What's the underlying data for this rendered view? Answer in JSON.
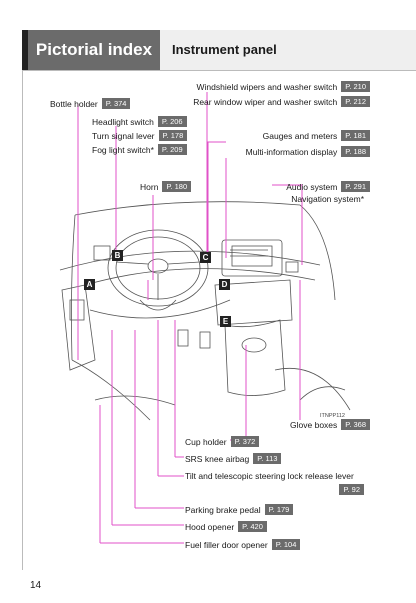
{
  "header": {
    "section": "Pictorial index",
    "title": "Instrument panel"
  },
  "labels": {
    "windshield": {
      "text": "Windshield wipers and washer switch",
      "page": "P. 210"
    },
    "rear_wiper": {
      "text": "Rear window wiper and washer switch",
      "page": "P. 212"
    },
    "bottle": {
      "text": "Bottle holder",
      "page": "P. 374"
    },
    "headlight": {
      "text": "Headlight switch",
      "page": "P. 206"
    },
    "turn": {
      "text": "Turn signal lever",
      "page": "P. 178"
    },
    "fog": {
      "text": "Fog light switch",
      "mark": "*",
      "page": "P. 209"
    },
    "gauges": {
      "text": "Gauges and meters",
      "page": "P. 181"
    },
    "multi": {
      "text": "Multi-information display",
      "page": "P. 188"
    },
    "horn": {
      "text": "Horn",
      "page": "P. 180"
    },
    "audio": {
      "text": "Audio system",
      "page": "P. 291"
    },
    "nav": {
      "text": "Navigation system",
      "mark": "*"
    },
    "glove": {
      "text": "Glove boxes",
      "page": "P. 368"
    },
    "cup": {
      "text": "Cup holder",
      "page": "P. 372"
    },
    "srs": {
      "text": "SRS knee airbag",
      "page": "P. 113"
    },
    "tilt": {
      "text": "Tilt and telescopic steering lock release lever",
      "page": "P. 92"
    },
    "parking": {
      "text": "Parking brake pedal",
      "page": "P. 179"
    },
    "hood": {
      "text": "Hood opener",
      "page": "P. 420"
    },
    "fuel": {
      "text": "Fuel filler door opener",
      "page": "P. 104"
    }
  },
  "callouts": [
    "A",
    "B",
    "C",
    "D",
    "E"
  ],
  "image_code": "ITNPP112",
  "page_number": "14",
  "colors": {
    "header_dark": "#6b6b6b",
    "leader_line": "#e052c8"
  }
}
